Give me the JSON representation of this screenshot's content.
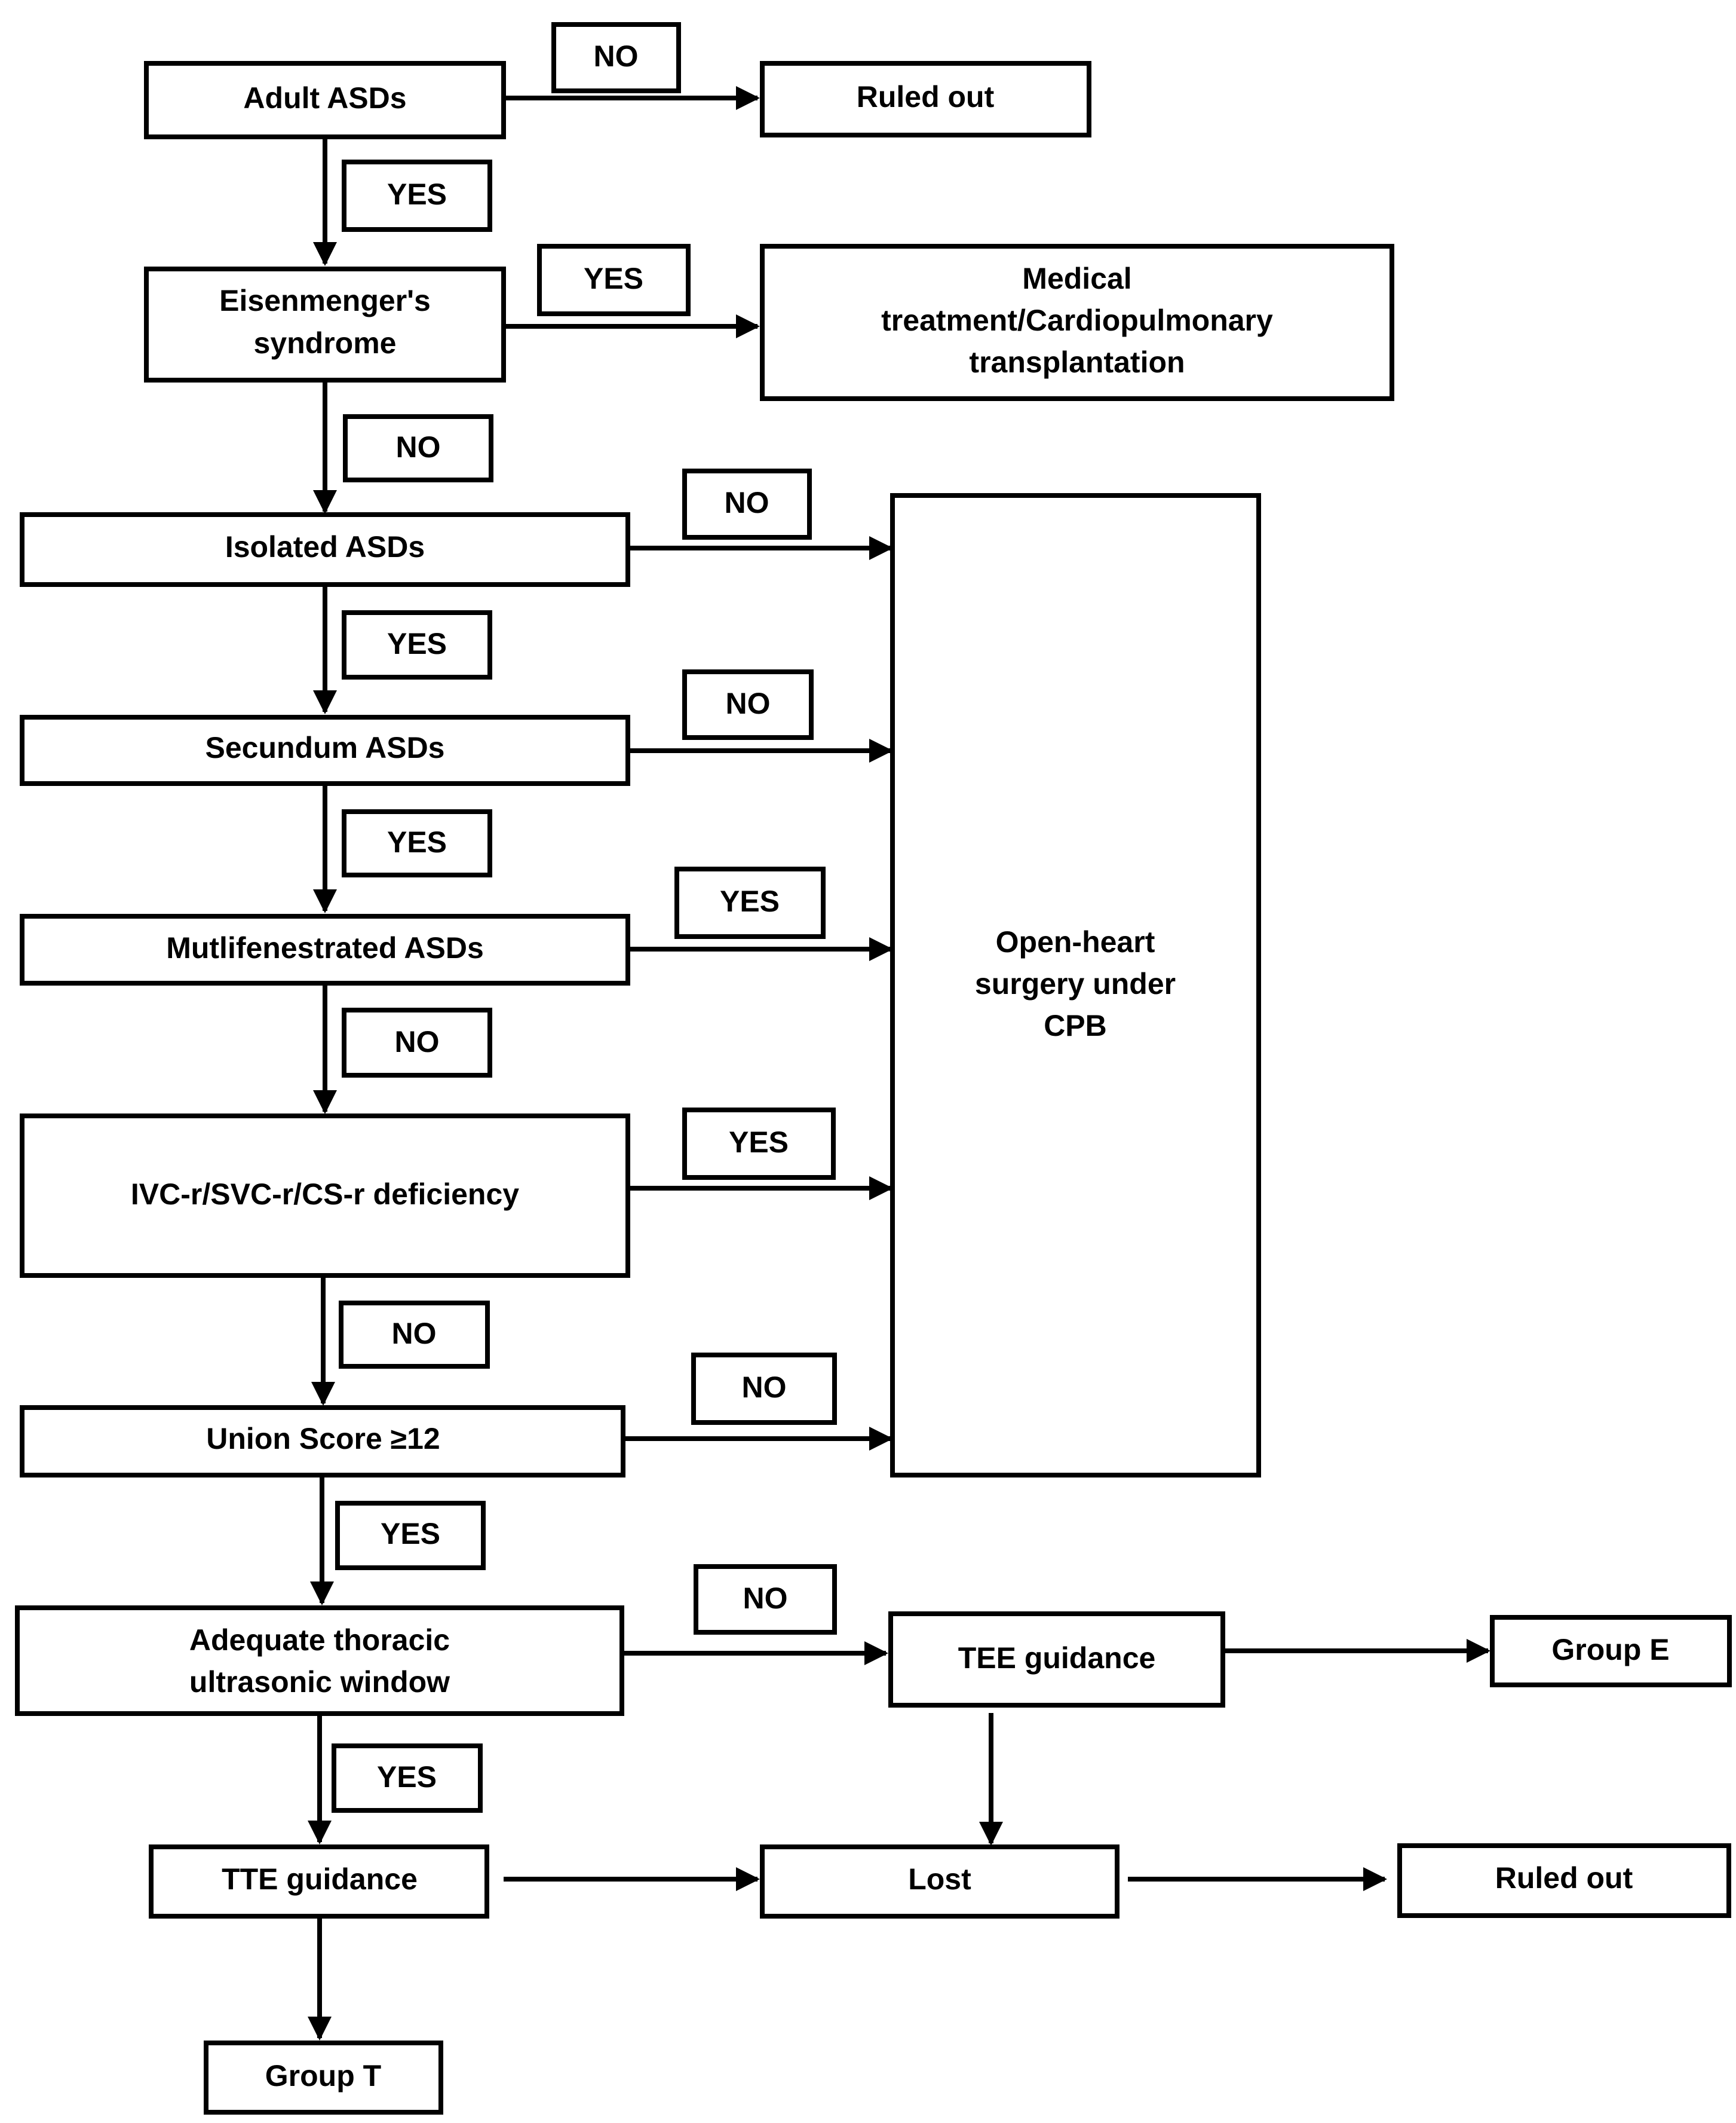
{
  "nodes": {
    "adult_asds": "Adult ASDs",
    "ruled_out_top": "Ruled out",
    "eisenmenger_line1": "Eisenmenger's",
    "eisenmenger_line2": "syndrome",
    "medical_line1": "Medical",
    "medical_line2": "treatment/Cardiopulmonary",
    "medical_line3": "transplantation",
    "isolated_asds": "Isolated ASDs",
    "secundum_asds": "Secundum ASDs",
    "multifenestrated_asds": "Mutlifenestrated ASDs",
    "rim_deficiency": "IVC-r/SVC-r/CS-r deficiency",
    "union_score": "Union Score ≥12",
    "thoracic_line1": "Adequate thoracic",
    "thoracic_line2": "ultrasonic window",
    "surgery_line1": "Open-heart",
    "surgery_line2": "surgery under",
    "surgery_line3": "CPB",
    "tee_guidance": "TEE guidance",
    "group_e": "Group E",
    "tte_guidance": "TTE guidance",
    "lost": "Lost",
    "ruled_out_bottom": "Ruled out",
    "group_t": "Group T"
  },
  "labels": {
    "adult_no": "NO",
    "adult_yes": "YES",
    "eisen_yes": "YES",
    "eisen_no": "NO",
    "isolated_no": "NO",
    "isolated_yes": "YES",
    "secundum_no": "NO",
    "secundum_yes": "YES",
    "multi_yes": "YES",
    "multi_no": "NO",
    "rim_yes": "YES",
    "rim_no": "NO",
    "union_no": "NO",
    "union_yes": "YES",
    "thoracic_no": "NO",
    "thoracic_yes": "YES"
  }
}
